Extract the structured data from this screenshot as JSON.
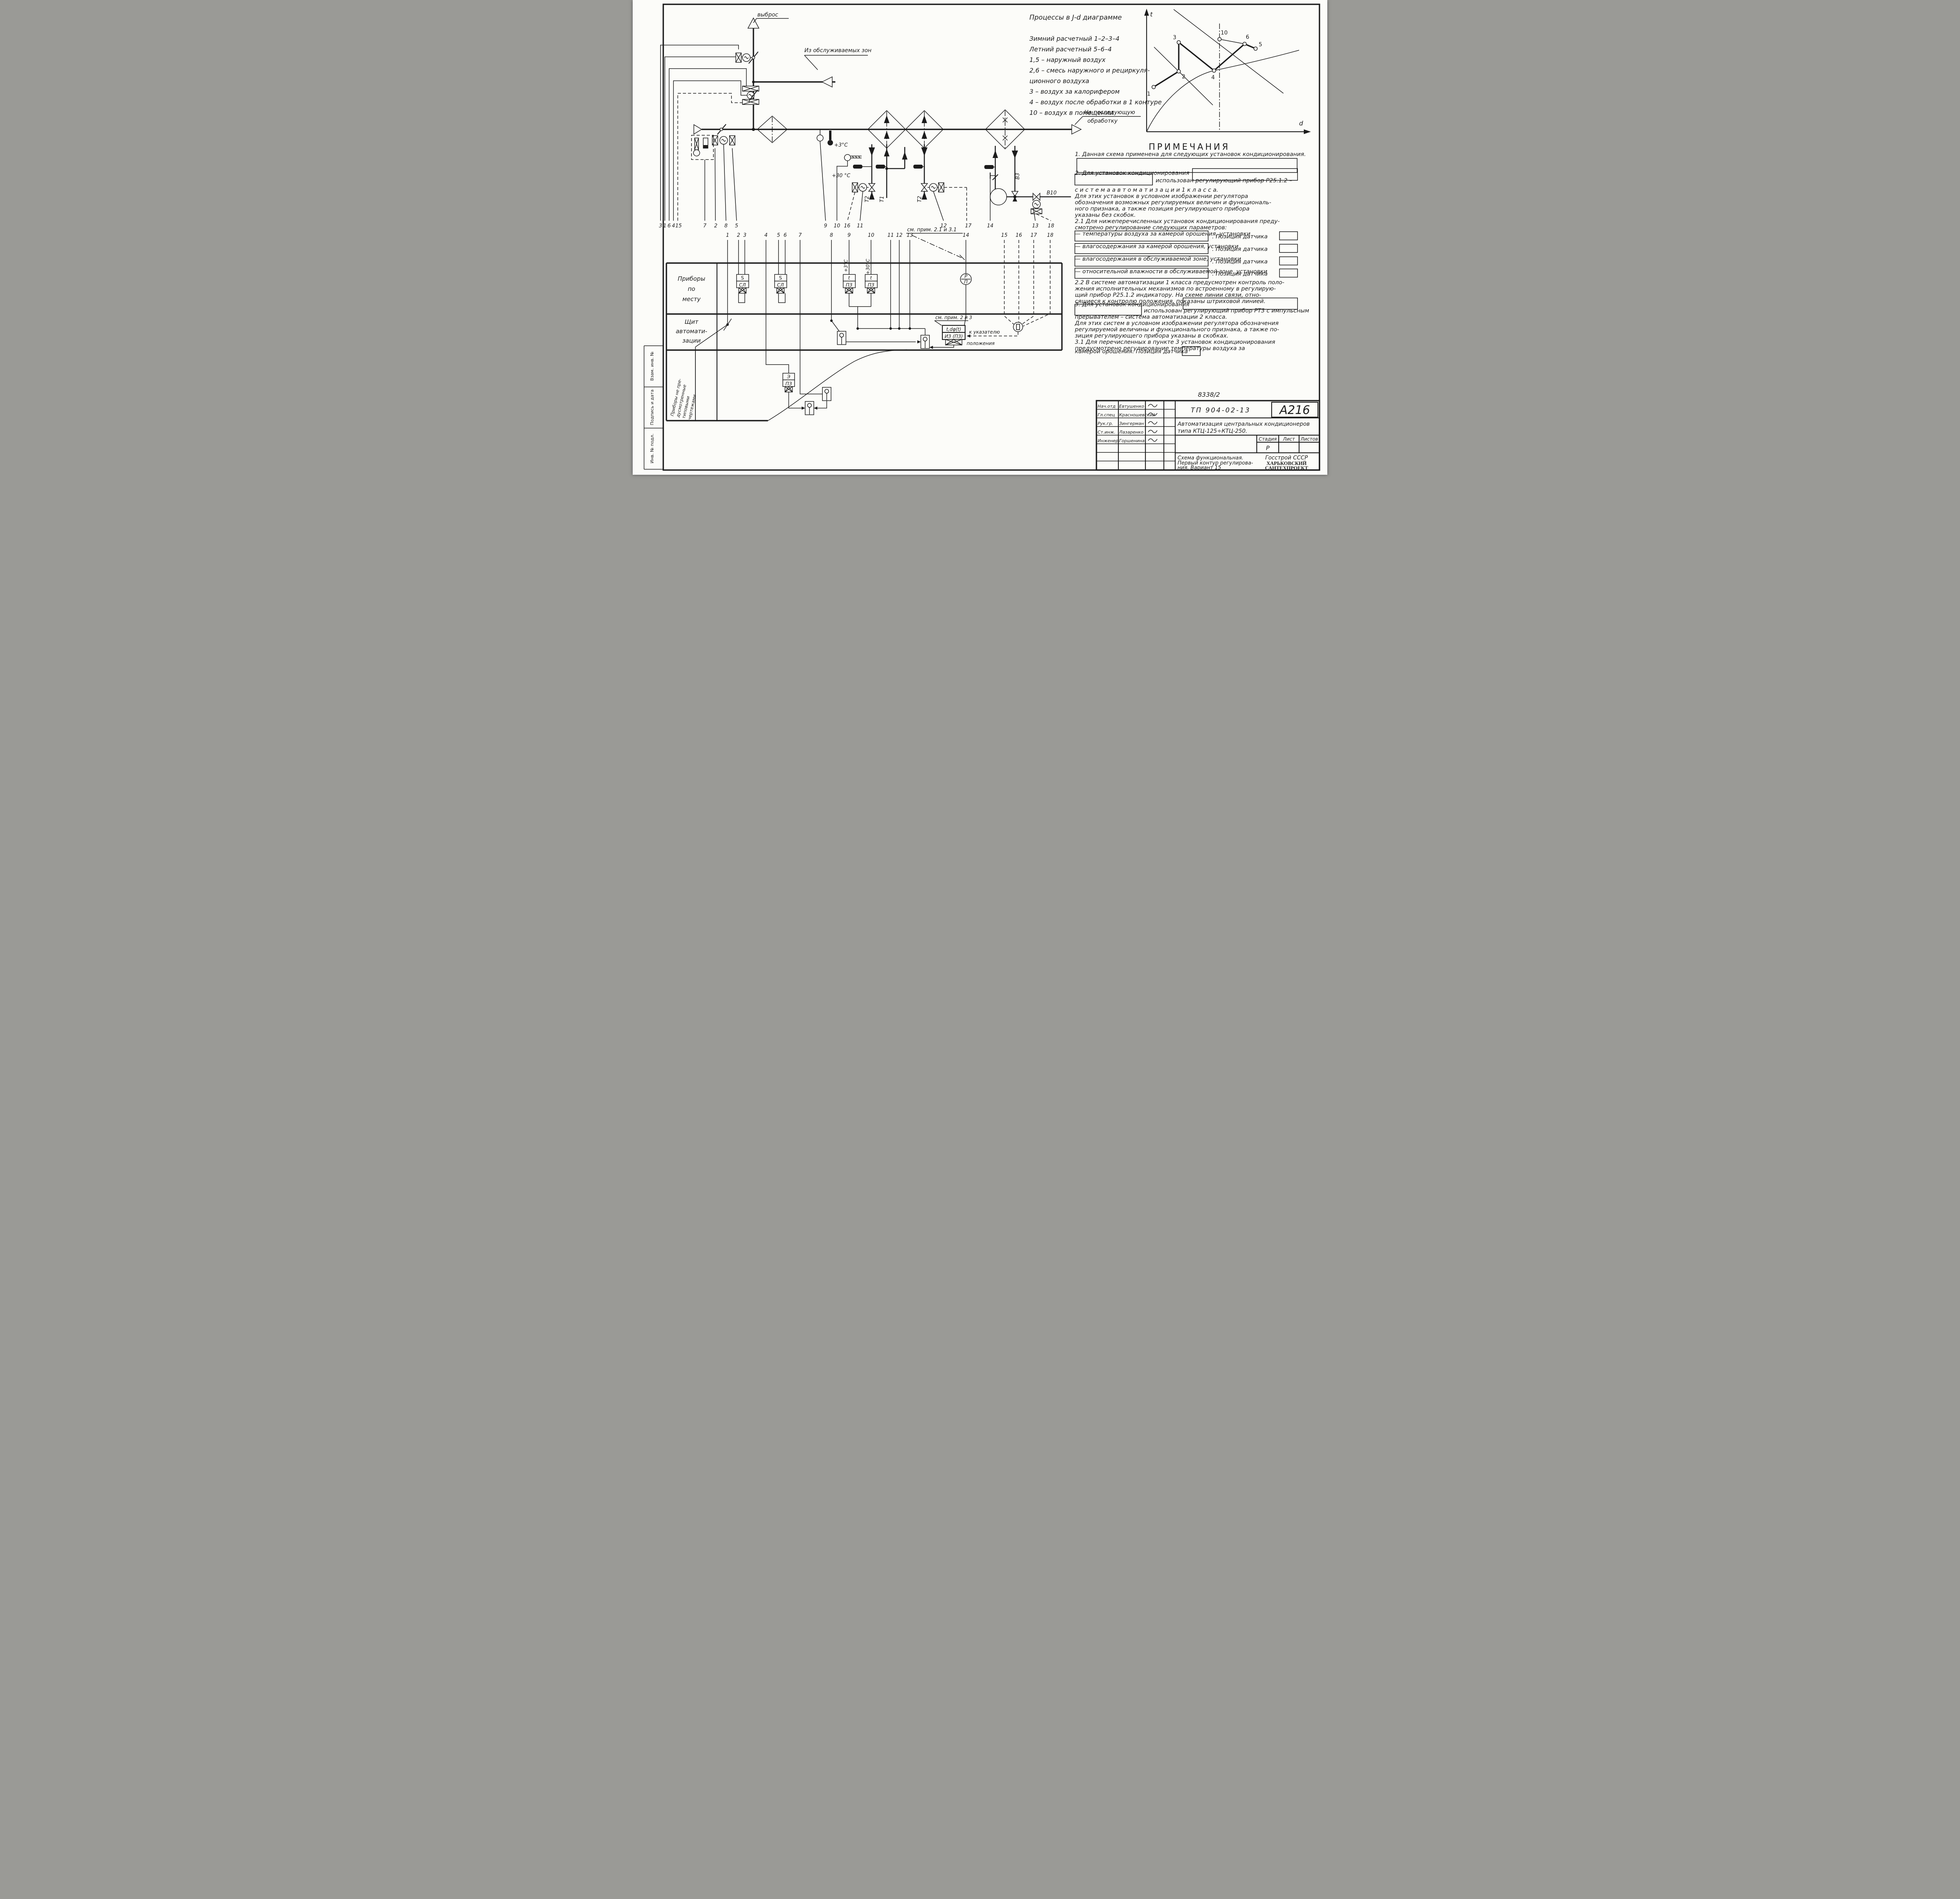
{
  "sheet": {
    "doc_number": "8338/2",
    "stamp_labels": [
      "Взам. инв. №",
      "Подпись и дата",
      "Инв. № подл."
    ]
  },
  "legend": {
    "title": "Процессы в J-d диаграмме",
    "lines": [
      "Зимний расчетный 1–2–3–4",
      "Летний расчетный 5–6–4",
      "1,5 – наружный воздух",
      "2,6 – смесь наружного и рециркуля-",
      "ционного воздуха",
      "3 – воздух за калорифером",
      "4 – воздух после обработки в 1 контуре",
      "10 – воздух в помещении"
    ]
  },
  "jd_diagram": {
    "type": "diagram",
    "axes": {
      "y": "t",
      "x": "d"
    },
    "points": [
      {
        "label": "1",
        "x": 0.045,
        "y": 0.38
      },
      {
        "label": "2",
        "x": 0.205,
        "y": 0.515
      },
      {
        "label": "3",
        "x": 0.205,
        "y": 0.76
      },
      {
        "label": "4",
        "x": 0.43,
        "y": 0.52
      },
      {
        "label": "10",
        "x": 0.465,
        "y": 0.785
      },
      {
        "label": "6",
        "x": 0.625,
        "y": 0.745
      },
      {
        "label": "5",
        "x": 0.695,
        "y": 0.705
      }
    ],
    "bold_sequence": [
      "1",
      "2",
      "3",
      "4",
      "6",
      "5"
    ]
  },
  "schematic": {
    "labels": {
      "exhaust": "выброс",
      "from_zones": "Из обслуживаемых зон",
      "to_processing_1": "На последующую",
      "to_processing_2": "обработку",
      "see_note_top": "см. прим. 2.1 и 3.1",
      "see_note_mid": "см. прим. 2 и 3",
      "to_indicator_1": "к указателю",
      "to_indicator_2": "положения"
    },
    "temps": {
      "plus3": "+3°С",
      "plus30": "+30 °С",
      "plus3_v": "+3°С",
      "plus30_v": "+30°С"
    },
    "pipes": {
      "t1": "Т1",
      "t2a": "Т2",
      "t2b": "Т2",
      "v3": "В3",
      "v10": "В10"
    },
    "row1": [
      "3",
      "1",
      "6",
      "4",
      "15",
      "7",
      "2",
      "8",
      "5",
      "9",
      "10",
      "16",
      "11",
      "12",
      "17",
      "14",
      "13",
      "18"
    ],
    "row2": [
      "1",
      "2",
      "3",
      "4",
      "5",
      "6",
      "7",
      "8",
      "9",
      "10",
      "11",
      "12",
      "13",
      "14",
      "15",
      "16",
      "17",
      "18"
    ]
  },
  "table": {
    "row1_label": [
      "Приборы",
      "по",
      "месту"
    ],
    "row2_label": [
      "Щит",
      "автомати-",
      "зации"
    ],
    "row3_label": [
      "Приборы не пре-",
      "дусмотренные",
      "типовыми",
      "чертежами"
    ],
    "dev_s": "S",
    "dev_sl": "СЛ",
    "dev_t": "t",
    "dev_pz": "ПЗ",
    "dev_r": "Р",
    "dev_p": "П",
    "reg_top": "t,dφ(t)",
    "reg_bot": "ИЗ (ПЗ)",
    "dev_e": "Э"
  },
  "notes": {
    "heading": "ПРИМЕЧАНИЯ",
    "lines": [
      "1. Данная схема применена для следующих установок кондиционирования.",
      "",
      "",
      "2. Для установок кондиционирования",
      "использован регулирующий прибор Р25.1.2 –",
      "с и с т е м а   а в т о м а т и з а ц и и    1   к л а с с а.",
      "Для этих установок в условном изображении регулятора",
      "обозначения возможных регулируемых величин и функциональ-",
      "ного признака, а также позиция регулирующего прибора",
      "указаны без скобок.",
      "2.1 Для нижеперечисленных установок кондиционирования преду-",
      "смотрено регулирование следующих параметров:",
      "— температуры воздуха за камерой орошения, установки",
      ". Позиция датчика",
      "— влагосодержания за камерой орошения, установки",
      ". Позиция датчика",
      "— влагосодержания в обслуживаемой зоне, установки",
      ". Позиция датчика",
      "— относительной влажности в обслуживаемой зоне, установки",
      ". Позиция датчика",
      "2.2 В системе автоматизации 1 класса предусмотрен контроль поло-",
      "жения исполнительных механизмов по встроенному в регулирую-",
      "щий прибор Р25.1.2 индикатору. На схеме линии связи, отно-",
      "сящиеся к контролю положения, показаны штриховой линией.",
      "3. Для установок кондиционирования",
      "использован регулирующий прибор РТ3 с импульсным",
      "прерывателем – система автоматизации 2 класса.",
      "Для этих систем в условном изображении регулятора обозначения",
      "регулируемой величины и функционального признака, а также по-",
      "зиция регулирующего прибора указаны в скобках.",
      "3.1 Для перечисленных в пункте 3 установок кондиционирования",
      "предусмотрено регулирование температуры воздуха за",
      "камерой орошения. Позиция датчика"
    ]
  },
  "title_block": {
    "project_code": "ТП 904-02-13",
    "sheet_code": "А216",
    "title_line1": "Автоматизация центральных кондиционеров",
    "title_line2": "типа КТЦ-125÷КТЦ-250.",
    "stage_header": [
      "Стадия",
      "Лист",
      "Листов"
    ],
    "stage_value": "Р",
    "subtitle": [
      "Схема функциональная.",
      "Первый контур регулирова-",
      "ния. Вариант 15"
    ],
    "org_line1": "Госстрой СССР",
    "org_line2": "ХАРЬКОВСКИЙ",
    "org_line3": "САНТЕХПРОЕКТ",
    "signatures": [
      {
        "role": "Нач.отд",
        "name": "Евтушенко"
      },
      {
        "role": "Гл.спец",
        "name": "Красношевский"
      },
      {
        "role": "Рук.гр.",
        "name": "Зингерман"
      },
      {
        "role": "Ст.инж.",
        "name": "Лазаренко"
      },
      {
        "role": "Инженер",
        "name": "Горшенина"
      }
    ]
  }
}
